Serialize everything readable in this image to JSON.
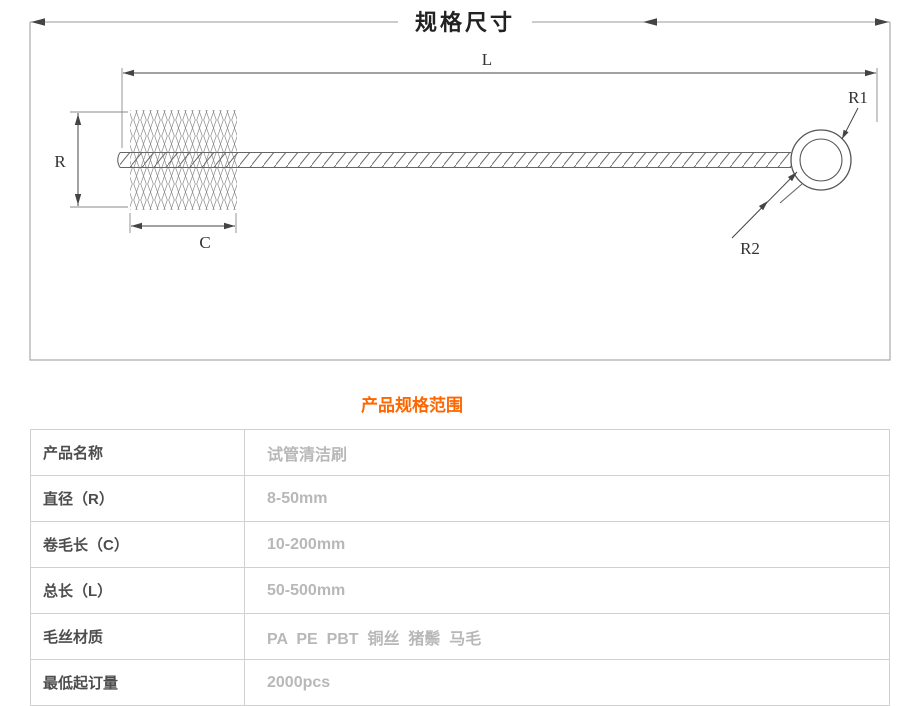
{
  "diagram": {
    "title": "规格尺寸",
    "labels": {
      "L": "L",
      "R": "R",
      "C": "C",
      "R1": "R1",
      "R2": "R2"
    }
  },
  "spec": {
    "title": "产品规格范围",
    "rows": [
      {
        "label": "产品名称",
        "value": "试管清洁刷"
      },
      {
        "label": "直径（R）",
        "value": "8-50mm"
      },
      {
        "label": "卷毛长（C）",
        "value": "10-200mm"
      },
      {
        "label": "总长（L）",
        "value": "50-500mm"
      },
      {
        "label": "毛丝材质",
        "value": "PA  PE  PBT  铜丝  猪鬃  马毛"
      },
      {
        "label": "最低起订量",
        "value": "2000pcs"
      }
    ]
  },
  "colors": {
    "accent": "#ff6600",
    "line": "#444444",
    "value_text": "#b8b8b8"
  }
}
